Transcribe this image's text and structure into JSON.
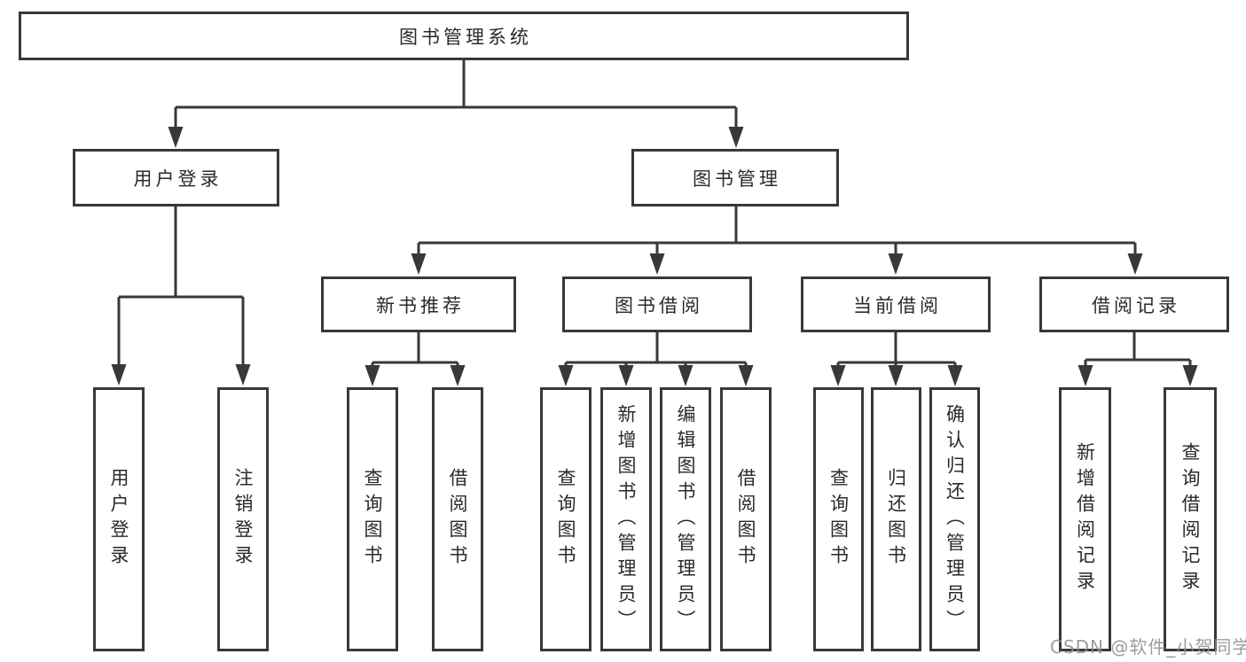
{
  "diagram": {
    "tree": {
      "label": "图书管理系统",
      "children": [
        {
          "label": "用户登录",
          "children": [
            {
              "label": "用户登录"
            },
            {
              "label": "注销登录"
            }
          ]
        },
        {
          "label": "图书管理",
          "children": [
            {
              "label": "新书推荐",
              "children": [
                {
                  "label": "查询图书"
                },
                {
                  "label": "借阅图书"
                }
              ]
            },
            {
              "label": "图书借阅",
              "children": [
                {
                  "label": "查询图书"
                },
                {
                  "label": "新增图书（管理员）"
                },
                {
                  "label": "编辑图书（管理员）"
                },
                {
                  "label": "借阅图书"
                }
              ]
            },
            {
              "label": "当前借阅",
              "children": [
                {
                  "label": "查询图书"
                },
                {
                  "label": "归还图书"
                },
                {
                  "label": "确认归还（管理员）"
                }
              ]
            },
            {
              "label": "借阅记录",
              "children": [
                {
                  "label": "新增借阅记录"
                },
                {
                  "label": "查询借阅记录"
                }
              ]
            }
          ]
        }
      ]
    },
    "watermark": {
      "text": "CSDN @软件_小贺同学",
      "color": "#8f8f8f"
    },
    "colors": {
      "line": "#383838",
      "box_border": "#383838",
      "text": "#2a2a2e",
      "background": "#ffffff"
    }
  }
}
